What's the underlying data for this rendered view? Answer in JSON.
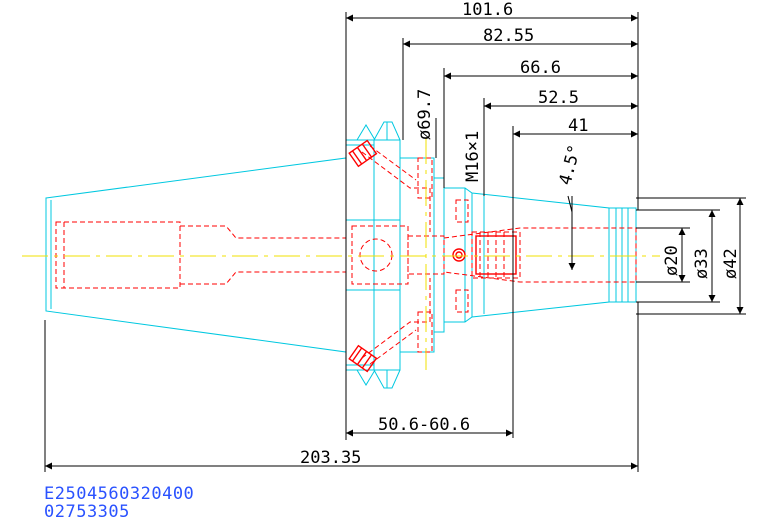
{
  "dimensions": {
    "d101_6": "101.6",
    "d82_55": "82.55",
    "d66_6": "66.6",
    "d52_5": "52.5",
    "d41": "41",
    "d50_6_60_6": "50.6-60.6",
    "d203_35": "203.35",
    "dia69_7": "ø69.7",
    "m16x1": "M16×1",
    "angle4_5": "4.5°",
    "dia20": "ø20",
    "dia33": "ø33",
    "dia42": "ø42"
  },
  "part": {
    "code": "E2504560320400",
    "number": "02753305"
  },
  "colors": {
    "outline": "#00c8e0",
    "hidden": "#ff0000",
    "centerline": "#f0e000",
    "dimension": "#000000",
    "label": "#2a52ff"
  }
}
